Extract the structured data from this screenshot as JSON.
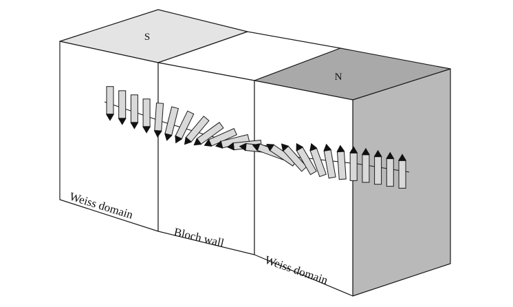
{
  "diagram": {
    "pole_south": "S",
    "pole_north": "N",
    "label_left_domain": "Weiss domain",
    "label_wall": "Bloch wall",
    "label_right_domain": "Weiss domain"
  },
  "colors": {
    "line": "#1a1a1a",
    "front_face": "#ffffff",
    "top_south": "#e4e4e4",
    "top_middle": "#ffffff",
    "top_north": "#a9a9a9",
    "side_right": "#b9b9b9",
    "arrow_body": "#d9d9d9",
    "arrow_head": "#111111"
  },
  "arrows": [
    {
      "direction": "down",
      "rotation_deg": 0
    },
    {
      "direction": "down",
      "rotation_deg": 0
    },
    {
      "direction": "down",
      "rotation_deg": 0
    },
    {
      "direction": "down",
      "rotation_deg": 0
    },
    {
      "direction": "down",
      "rotation_deg": 4
    },
    {
      "direction": "down",
      "rotation_deg": 14
    },
    {
      "direction": "down",
      "rotation_deg": 26
    },
    {
      "direction": "down",
      "rotation_deg": 40
    },
    {
      "direction": "down",
      "rotation_deg": 54
    },
    {
      "direction": "down",
      "rotation_deg": 66
    },
    {
      "direction": "down",
      "rotation_deg": 76
    },
    {
      "direction": "down",
      "rotation_deg": 84
    },
    {
      "direction": "up",
      "rotation_deg": 96
    },
    {
      "direction": "up",
      "rotation_deg": 110
    },
    {
      "direction": "up",
      "rotation_deg": 124
    },
    {
      "direction": "up",
      "rotation_deg": 138
    },
    {
      "direction": "up",
      "rotation_deg": 150
    },
    {
      "direction": "up",
      "rotation_deg": 160
    },
    {
      "direction": "up",
      "rotation_deg": 170
    },
    {
      "direction": "up",
      "rotation_deg": 176
    },
    {
      "direction": "up",
      "rotation_deg": 180
    },
    {
      "direction": "up",
      "rotation_deg": 180
    },
    {
      "direction": "up",
      "rotation_deg": 180
    },
    {
      "direction": "up",
      "rotation_deg": 180
    },
    {
      "direction": "up",
      "rotation_deg": 180
    }
  ]
}
